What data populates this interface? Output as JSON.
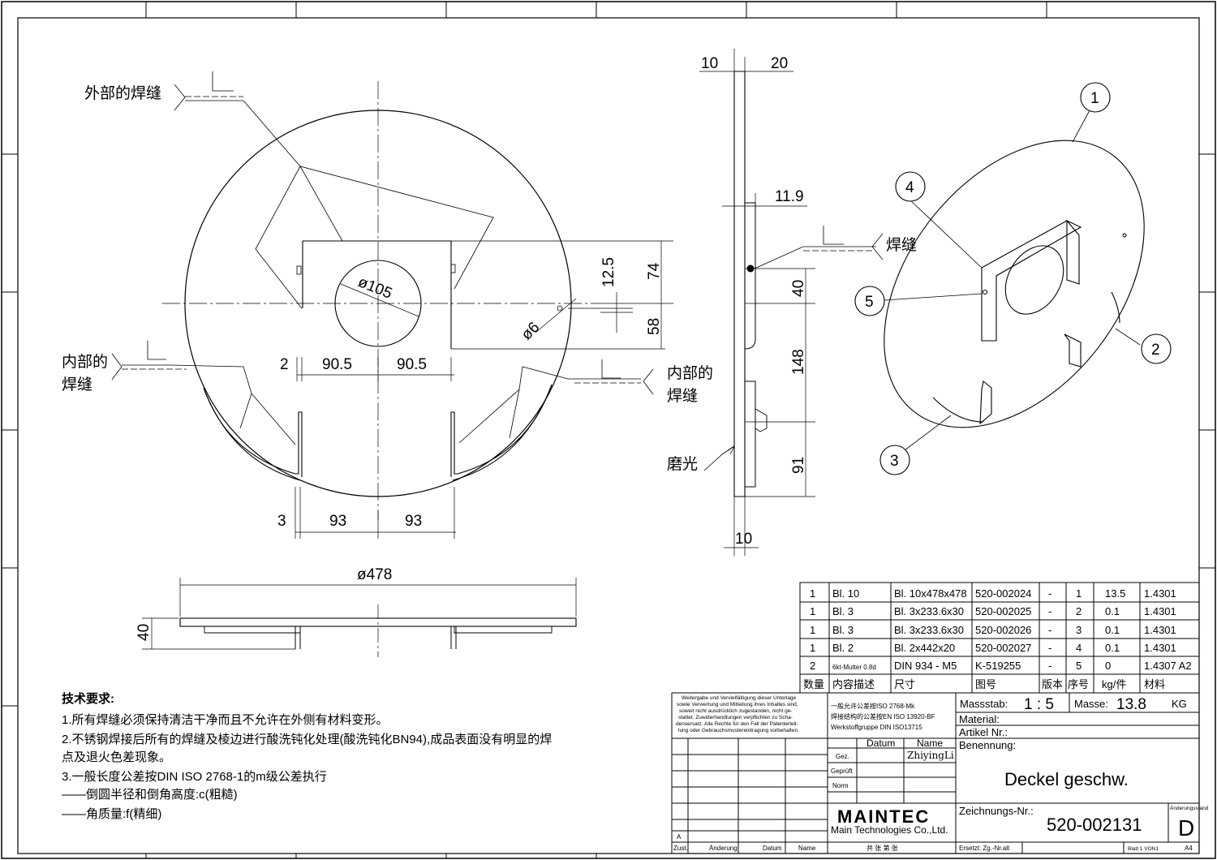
{
  "labels": {
    "outer_weld": "外部的焊缝",
    "inner_weld_l1": "内部的",
    "inner_weld_l2": "焊缝",
    "inner_weld_r1": "内部的",
    "inner_weld_r2": "焊缝",
    "weld": "焊缝",
    "polish": "磨光"
  },
  "dimensions": {
    "d105": "ø105",
    "d6": "ø6",
    "d478": "ø478",
    "v12_5": "12.5",
    "v74": "74",
    "v58": "58",
    "h2": "2",
    "h90_5a": "90.5",
    "h90_5b": "90.5",
    "h3": "3",
    "h93a": "93",
    "h93b": "93",
    "side_10_top": "10",
    "side_20_top": "20",
    "side_11_9": "11.9",
    "side_40": "40",
    "side_148": "148",
    "side_91": "91",
    "side_10_bot": "10",
    "front_40": "40"
  },
  "balloons": [
    "1",
    "2",
    "3",
    "4",
    "5"
  ],
  "notes": {
    "title": "技术要求:",
    "n1": "1.所有焊缝必须保持清洁干净而且不允许在外侧有材料变形。",
    "n2": "2.不锈钢焊接后所有的焊缝及棱边进行酸洗钝化处理(酸洗钝化BN94),成品表面没有明显的焊",
    "n2b": "点及退火色差现象。",
    "n3": "3.一般长度公差按DIN ISO 2768-1的m级公差执行",
    "n4": "——倒圆半径和倒角高度:c(粗糙)",
    "n5": "——角质量:f(精细)"
  },
  "bom": {
    "rows": [
      [
        "1",
        "Bl. 10",
        "Bl. 10x478x478",
        "520-002024",
        "-",
        "1",
        "13.5",
        "1.4301"
      ],
      [
        "1",
        "Bl. 3",
        "Bl. 3x233.6x30",
        "520-002025",
        "-",
        "2",
        "0.1",
        "1.4301"
      ],
      [
        "1",
        "Bl. 3",
        "Bl. 3x233.6x30",
        "520-002026",
        "-",
        "3",
        "0.1",
        "1.4301"
      ],
      [
        "1",
        "Bl. 2",
        "Bl. 2x442x20",
        "520-002027",
        "-",
        "4",
        "0.1",
        "1.4301"
      ],
      [
        "2",
        "6kt-Mutter 0.8d",
        "DIN 934 - M5",
        "K-519255",
        "-",
        "5",
        "0",
        "1.4307 A2"
      ]
    ],
    "header": [
      "数量",
      "内容描述",
      "尺寸",
      "图号",
      "版本",
      "序号",
      "kg/件",
      "材料"
    ]
  },
  "title_block": {
    "copyright_1": "Weitergabe und Vervielfältigung dieser Unterlage",
    "copyright_2": "sowie Verwertung und Mitteilung ihres Inhaltes sind,",
    "copyright_3": "soweit nicht ausdrücklich zugestanden, nicht ge-",
    "copyright_4": "stattet. Zuwiderhandlungen verpflichten zu Scha-",
    "copyright_5": "densersatz. Alle Rechte für den Fall der Patenterteil-",
    "copyright_6": "lung oder Gebrauchsmustereintragung vorbehalten.",
    "tol_1": "一般允许公差按ISO 2768-Mk",
    "tol_2": "焊接结构的公差按EN ISO 13920-BF",
    "tol_3": "Werkstoffgruppe DIN ISO13715",
    "massstab_label": "Massstab:",
    "massstab_value": "1 : 5",
    "masse_label": "Masse:",
    "masse_value": "13.8",
    "masse_unit": "KG",
    "material_label": "Material:",
    "artikel_label": "Artikel Nr.:",
    "benennung_label": "Benennung:",
    "benennung_value": "Deckel geschw.",
    "datum": "Datum",
    "name": "Name",
    "gez": "Gez.",
    "gez_name": "ZhiyingLi",
    "geprueft": "Geprüft",
    "norm": "Norm",
    "company": "MAINTEC",
    "company_full": "Main Technologies Co.,Ltd.",
    "zeichnungs_label": "Zeichnungs-Nr.:",
    "zeichnungs_value": "520-002131",
    "rev_label": "Änderungsstand",
    "rev_value": "D",
    "zust": "Zust.",
    "aenderung": "Änderung",
    "datum2": "Datum",
    "name2": "Name",
    "sheets": "共  张  第  张",
    "ersetzt": "Ersetzt: Zg.-Nr.alt",
    "blatt": "Blatt 1 VON1",
    "format": "A4",
    "a_mark": "A"
  }
}
